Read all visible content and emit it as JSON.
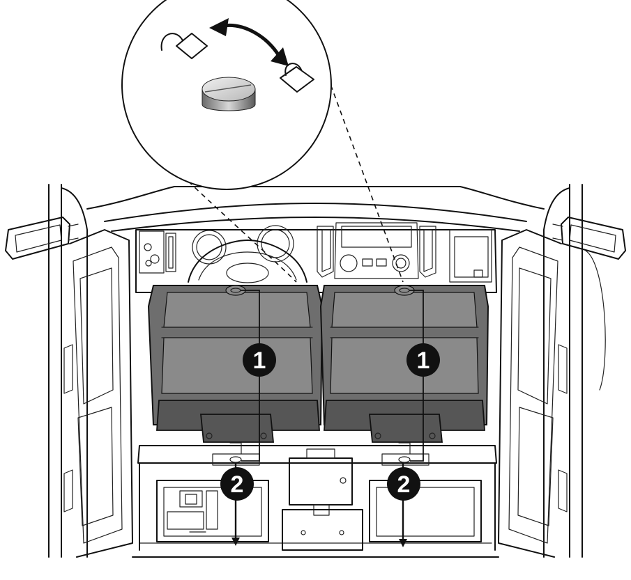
{
  "badges": {
    "step1_left": "1",
    "step1_right": "1",
    "step2_left": "2",
    "step2_right": "2"
  },
  "detail": {
    "lock_open_icon": "unlock-icon",
    "lock_closed_icon": "lock-icon",
    "turn_arrow_icon": "curved-double-arrow-icon",
    "knob": "screw-knob"
  },
  "colors": {
    "line": "#111111",
    "seat": "#6e6e6e",
    "seat_shade": "#565656",
    "badge": "#111111",
    "badge_text": "#ffffff"
  }
}
